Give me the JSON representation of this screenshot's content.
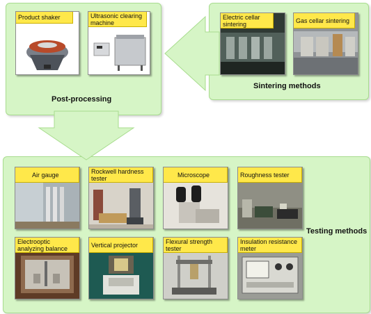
{
  "post_processing": {
    "title": "Post-processing",
    "items": [
      "Product shaker",
      "Ultrasonic clearing machine"
    ]
  },
  "sintering": {
    "title": "Sintering methods",
    "items": [
      "Electric cellar sintering",
      "Gas cellar sintering"
    ]
  },
  "testing": {
    "title": "Testing methods",
    "items": [
      "Air gauge",
      "Rockwell hardness tester",
      "Microscope",
      "Roughness tester",
      "Electrooptic analyzing balance",
      "Vertical projector",
      "Flexural strength tester",
      "Insulation resistance meter"
    ]
  },
  "colors": {
    "panel_fill": "#d6f5c6",
    "label_fill": "#ffe84a"
  }
}
